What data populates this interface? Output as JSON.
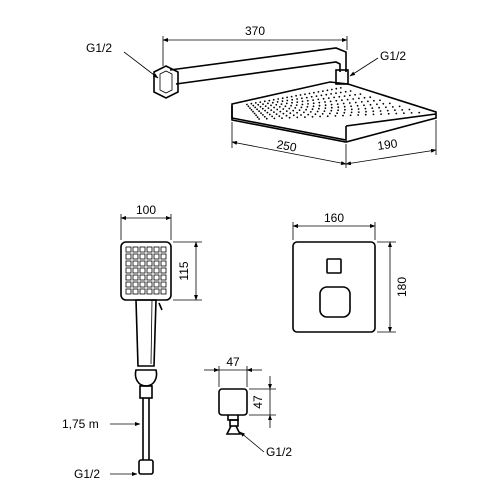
{
  "dimensions": {
    "arm_length": "370",
    "head_depth": "250",
    "head_width": "190",
    "arm_thread": "G1/2",
    "head_thread": "G1/2",
    "hand_width": "100",
    "hand_height": "115",
    "hose_length": "1,75 m",
    "hose_thread": "G1/2",
    "panel_width": "160",
    "panel_height": "180",
    "outlet_width": "47",
    "outlet_height": "47",
    "outlet_thread": "G1/2"
  }
}
